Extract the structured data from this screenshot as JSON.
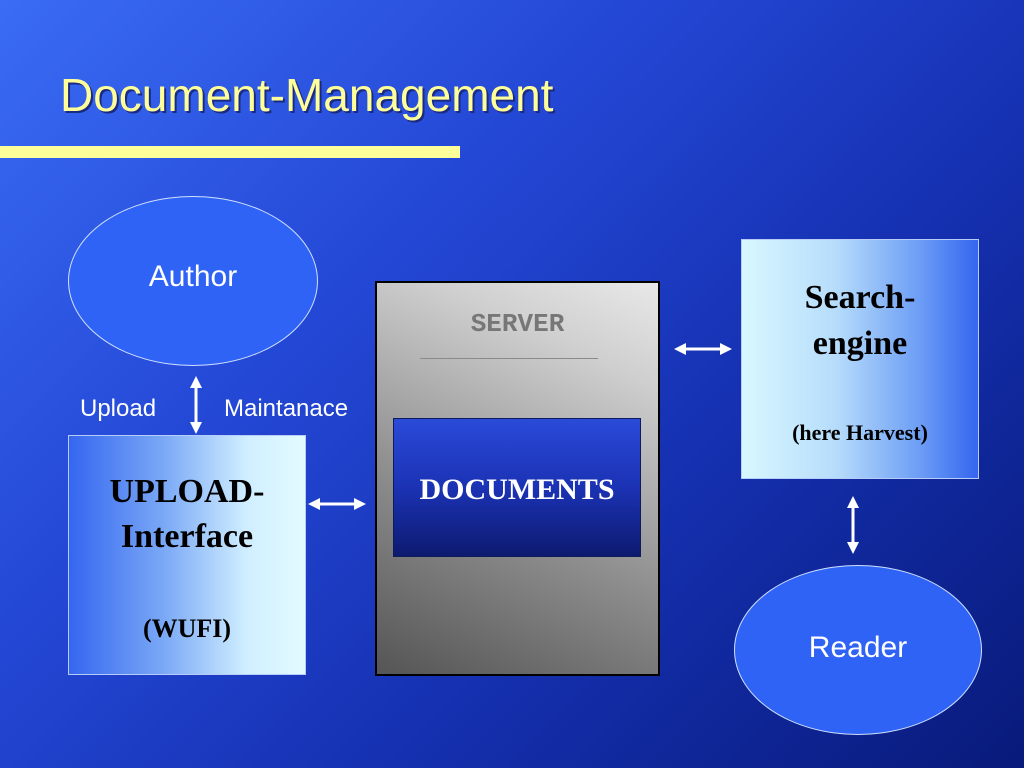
{
  "slide": {
    "title": "Document-Management"
  },
  "nodes": {
    "author": "Author",
    "reader": "Reader",
    "upload_interface": {
      "line1": "UPLOAD-",
      "line2": "Interface",
      "line3": "(WUFI)"
    },
    "server": {
      "label": "SERVER",
      "documents": "DOCUMENTS"
    },
    "search_engine": {
      "line1": "Search-",
      "line2": "engine",
      "line3": "(here Harvest)"
    }
  },
  "edge_labels": {
    "upload": "Upload",
    "maintenance": "Maintanace"
  },
  "colors": {
    "title": "#ffff99",
    "arrow": "#ffffff",
    "background_dark": "#081a7a",
    "background_light": "#3a6cf4"
  }
}
